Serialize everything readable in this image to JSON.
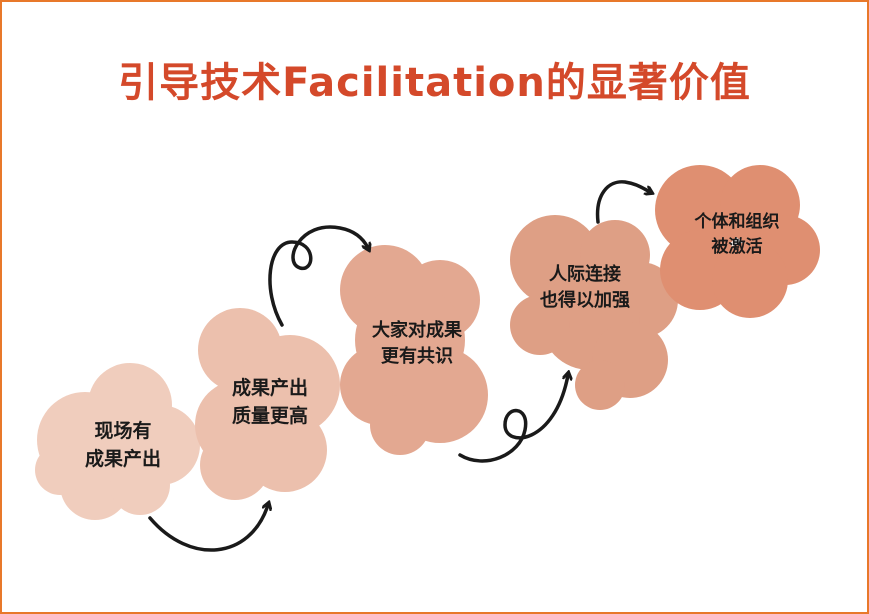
{
  "title": "引导技术Facilitation的显著价值",
  "steps": [
    {
      "line1": "现场有",
      "line2": "成果产出",
      "color": "#f0cdbd"
    },
    {
      "line1": "成果产出",
      "line2": "质量更高",
      "color": "#ecc0ad"
    },
    {
      "line1": "大家对成果",
      "line2": "更有共识",
      "color": "#e3a891"
    },
    {
      "line1": "人际连接",
      "line2": "也得以加强",
      "color": "#de9f85"
    },
    {
      "line1": "个体和组织",
      "line2": "被激活",
      "color": "#df8f71"
    }
  ],
  "colors": {
    "title": "#d4492a",
    "border": "#e8782a",
    "arrow": "#1a1a1a"
  }
}
